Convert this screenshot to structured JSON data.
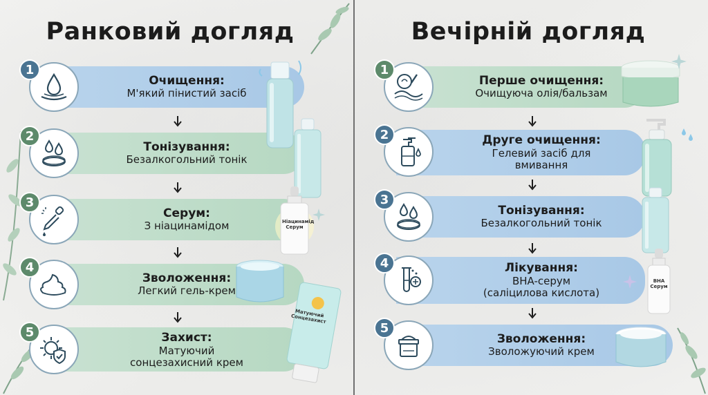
{
  "morning": {
    "title": "Ранковий догляд",
    "steps": [
      {
        "num": "1",
        "heading": "Очищення:",
        "line1": "М'який пінистий засіб",
        "line2": ""
      },
      {
        "num": "2",
        "heading": "Тонізування:",
        "line1": "Безалкогольний тонік",
        "line2": ""
      },
      {
        "num": "3",
        "heading": "Серум:",
        "line1": "З ніацинамідом",
        "line2": ""
      },
      {
        "num": "4",
        "heading": "Зволоження:",
        "line1": "Легкий гель-крем",
        "line2": ""
      },
      {
        "num": "5",
        "heading": "Захист:",
        "line1": "Матуючий",
        "line2": "сонцезахисний крем"
      }
    ],
    "serum_label": "Ніацинамід Серум",
    "tube_label": "Матуючий Сонцезахист"
  },
  "evening": {
    "title": "Вечірній догляд",
    "steps": [
      {
        "num": "1",
        "heading": "Перше очищення:",
        "line1": "Очищуюча олія/бальзам",
        "line2": ""
      },
      {
        "num": "2",
        "heading": "Друге очищення:",
        "line1": "Гелевий засіб для",
        "line2": "вмивання"
      },
      {
        "num": "3",
        "heading": "Тонізування:",
        "line1": "Безалкогольний тонік",
        "line2": ""
      },
      {
        "num": "4",
        "heading": "Лікування:",
        "line1": "BHA-серум",
        "line2": "(саліцилова кислота)"
      },
      {
        "num": "5",
        "heading": "Зволоження:",
        "line1": "Зволожуючий крем",
        "line2": ""
      }
    ],
    "serum_label": "BHA Серум"
  },
  "colors": {
    "blue_banner": "#b9d4ec",
    "green_banner": "#c9e2d2",
    "badge_blue": "#4a7492",
    "badge_green": "#5d8a6b",
    "divider": "#6f6f6f"
  }
}
